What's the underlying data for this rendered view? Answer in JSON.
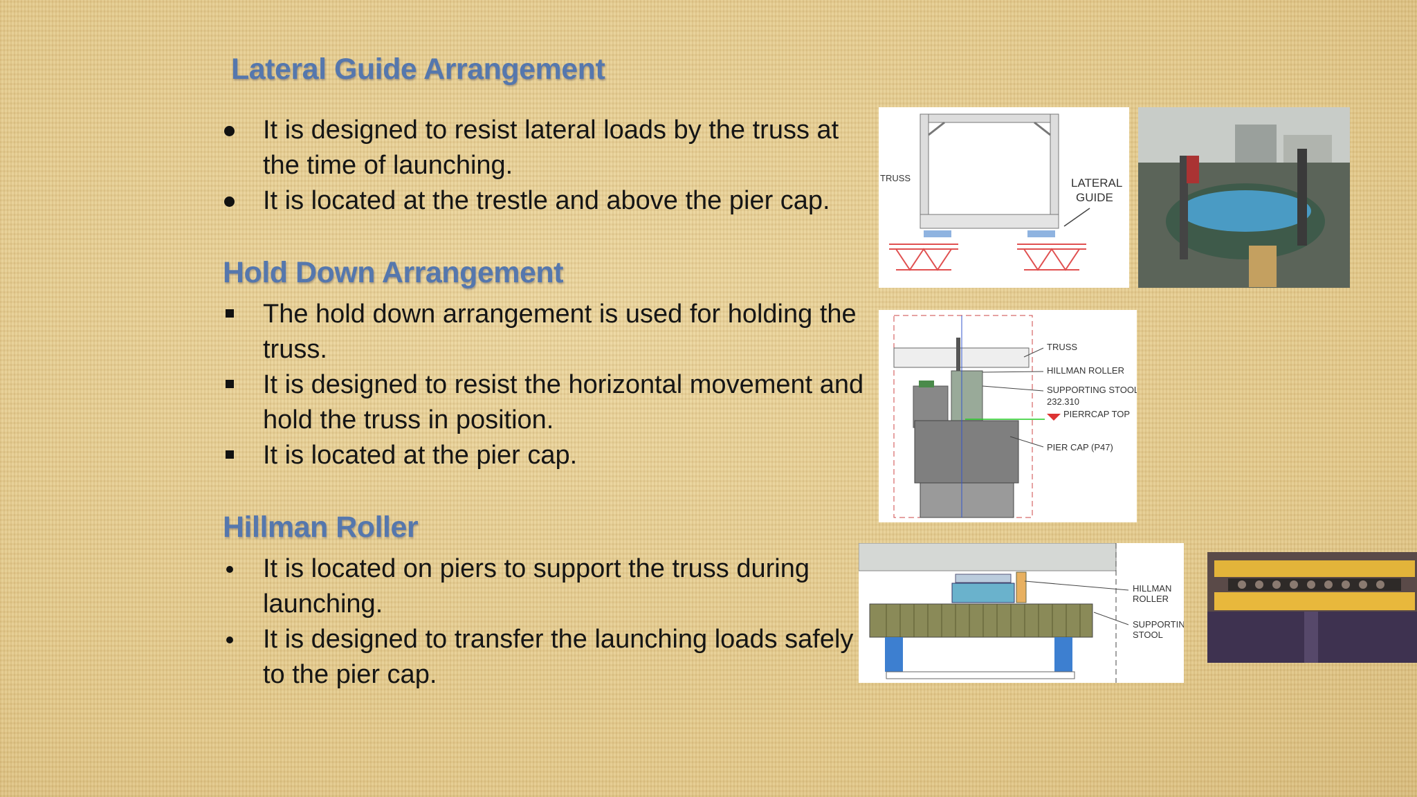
{
  "sections": [
    {
      "title": "Lateral Guide Arrangement",
      "bullets": [
        "It is designed to resist lateral loads by the truss at the time of launching.",
        "It is located at the trestle and above the pier cap."
      ]
    },
    {
      "title": "Hold Down Arrangement",
      "bullets": [
        "The hold down arrangement is used for holding the truss.",
        "It is designed to resist the horizontal movement and hold the truss in position.",
        "It is located at the pier cap."
      ]
    },
    {
      "title": "Hillman Roller",
      "bullets": [
        "It is located on piers to support the truss during launching.",
        "It is designed to transfer the launching loads safely to the pier cap."
      ]
    }
  ],
  "figures": {
    "lateral_drawing": {
      "truss": "TRUSS",
      "lateral_guide_1": "LATERAL",
      "lateral_guide_2": "GUIDE"
    },
    "holddown_drawing": {
      "truss": "TRUSS",
      "hillman_roller": "HILLMAN ROLLER",
      "supporting_stool": "SUPPORTING STOOL",
      "level": "232.310",
      "piercap_top": "PIERRCAP TOP",
      "pier_cap": "PIER CAP (P47)"
    },
    "hillman_drawing": {
      "hillman_1": "HILLMAN",
      "hillman_2": "ROLLER",
      "stool_1": "SUPPORTING",
      "stool_2": "STOOL"
    }
  },
  "colors": {
    "heading": "#5577ad",
    "background": "#e6cf94",
    "text": "#151515"
  }
}
